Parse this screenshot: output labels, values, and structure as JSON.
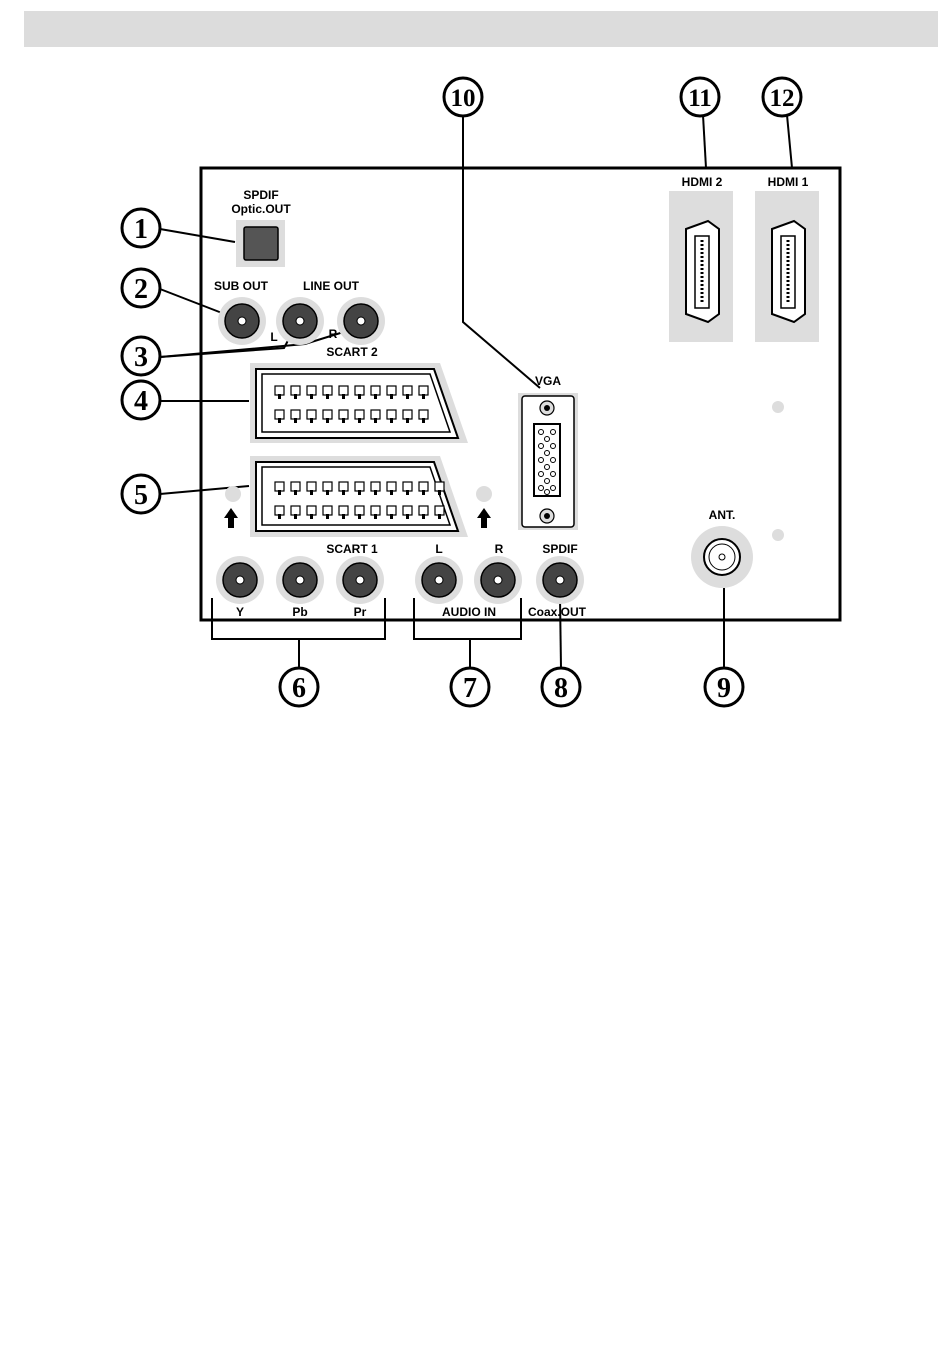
{
  "callouts": [
    "1",
    "2",
    "3",
    "4",
    "5",
    "6",
    "7",
    "8",
    "9",
    "10",
    "11",
    "12"
  ],
  "labels": {
    "spdif_optic_line1": "SPDIF",
    "spdif_optic_line2": "Optic.OUT",
    "sub_out": "SUB OUT",
    "line_out": "LINE OUT",
    "line_out_l": "L",
    "line_out_r": "R",
    "scart2": "SCART 2",
    "scart1": "SCART 1",
    "vga": "VGA",
    "hdmi2": "HDMI 2",
    "hdmi1": "HDMI 1",
    "ant": "ANT.",
    "audio_in_l": "L",
    "audio_in_r": "R",
    "spdif_coax_top": "SPDIF",
    "y": "Y",
    "pb": "Pb",
    "pr": "Pr",
    "audio_in": "AUDIO IN",
    "coax_out": "Coax.OUT"
  },
  "icons": [
    "up-arrow-icon",
    "hdmi-port-icon",
    "vga-port-icon",
    "scart-port-icon",
    "rca-jack-icon",
    "coax-antenna-icon",
    "optical-port-icon"
  ],
  "colors": {
    "header": "#dcdcdc",
    "port_bg": "#dddddd",
    "jack": "#444444",
    "outline": "#000000"
  }
}
